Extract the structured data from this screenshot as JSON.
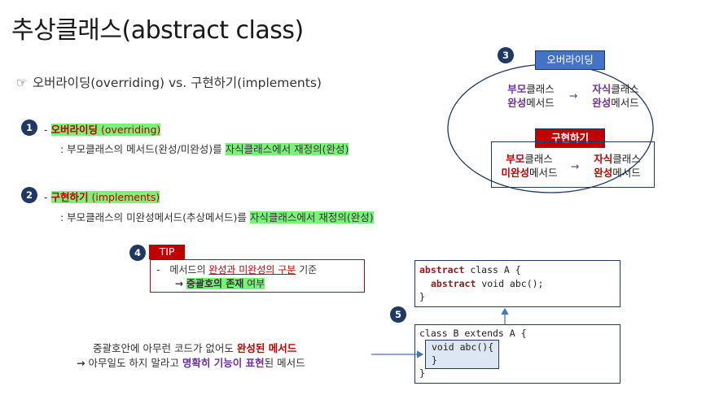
{
  "title": "추상클래스(abstract class)",
  "subtitle": {
    "icon": "☞",
    "text": "오버라이딩(overriding) vs. 구현하기(implements)"
  },
  "section1": {
    "num": "1",
    "dash": "-",
    "label": "오버라이딩",
    "label_en": "(overriding)",
    "desc_prefix": ": 부모클래스의 메서드(완성/미완성)를",
    "desc_highlight": "자식클래스에서 재정의(완성)"
  },
  "section2": {
    "num": "2",
    "dash": "-",
    "label": "구현하기",
    "label_en": "(implements)",
    "desc_prefix": ": 부모클래스의 미완성메서드(추상메서드)를",
    "desc_highlight": "자식클래스에서 재정의(완성)"
  },
  "tip": {
    "num": "4",
    "label": "TIP",
    "dash": "-",
    "line1_prefix": "메서드의 ",
    "line1_red": "완성과 미완성의 구분",
    "line1_suffix": " 기준",
    "line2_arrow": "→",
    "line2_highlight": "중괄호의 존재",
    "line2_suffix": " 여부"
  },
  "note": {
    "line1_prefix": "중괄호안에 아무런 코드가 없어도 ",
    "line1_red": "완성된 메서드",
    "line2_arrow": "→",
    "line2_prefix": " 아무일도 하지 말라고 ",
    "line2_purple": "명확히 기능이 표현",
    "line2_suffix": "된 메서드"
  },
  "code_a": {
    "l1_kw": "abstract",
    "l1_rest": " class A {",
    "l2_kw": "abstract",
    "l2_rest": " void abc();",
    "l3": "}"
  },
  "code_b": {
    "num": "5",
    "l1": "class B extends A {",
    "l2": "void abc(){",
    "l3": "}",
    "l4": "}"
  },
  "diagram": {
    "num": "3",
    "override_label": "오버라이딩",
    "implement_label": "구현하기",
    "ov_parent_top_a": "부모",
    "ov_parent_top_b": "클래스",
    "ov_parent_bot_a": "완성",
    "ov_parent_bot_b": "메서드",
    "ov_child_top_a": "자식",
    "ov_child_top_b": "클래스",
    "ov_child_bot_a": "완성",
    "ov_child_bot_b": "메서드",
    "im_parent_top_a": "부모",
    "im_parent_top_b": "클래스",
    "im_parent_bot_a": "미완성",
    "im_parent_bot_b": "메서드",
    "im_child_top_a": "자식",
    "im_child_top_b": "클래스",
    "im_child_bot_a": "완성",
    "im_child_bot_b": "메서드",
    "arrow": "→"
  },
  "colors": {
    "navy": "#1f3864",
    "red": "#c00000",
    "highlight": "#7bf07b",
    "purple": "#7030a0",
    "blue_label": "#4472c4"
  }
}
